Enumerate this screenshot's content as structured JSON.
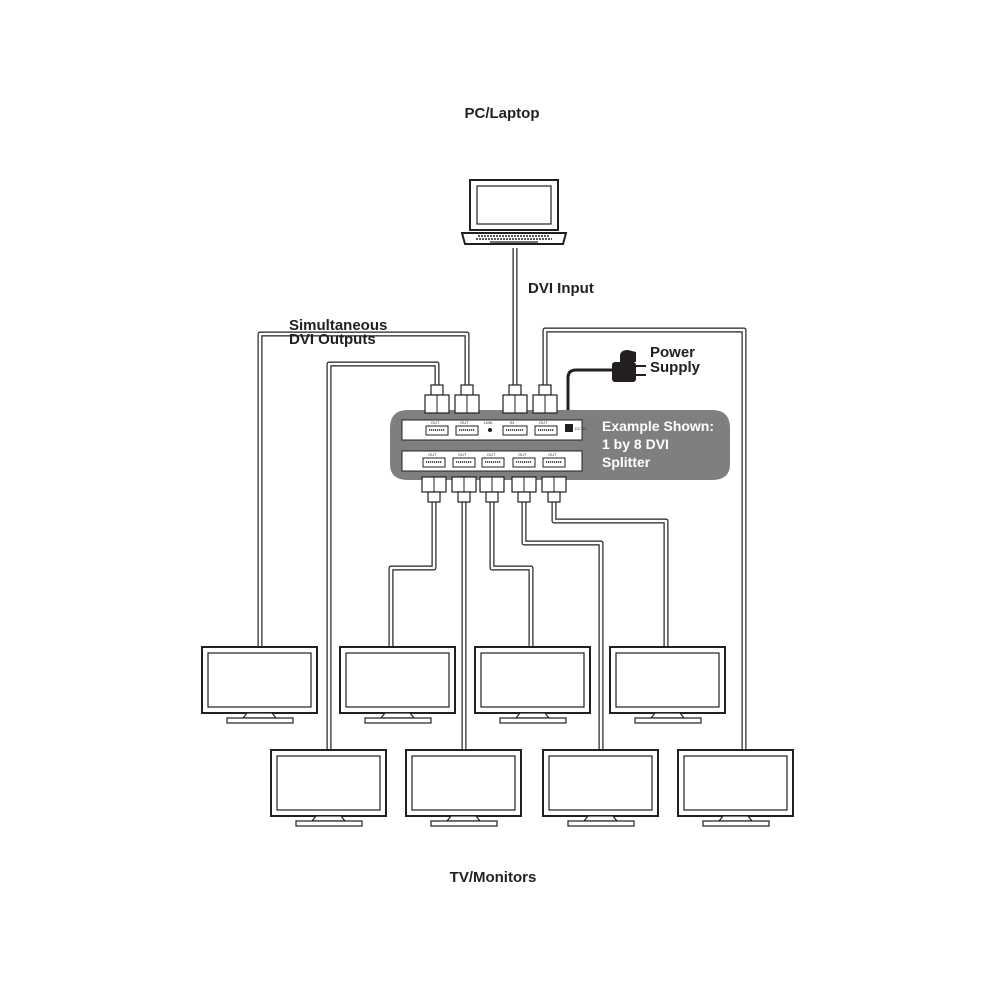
{
  "labels": {
    "source": "PC/Laptop",
    "input": "DVI Input",
    "outputs_line1": "Simultaneous",
    "outputs_line2": "DVI Outputs",
    "power_line1": "Power",
    "power_line2": "Supply",
    "example_line1": "Example Shown:",
    "example_line2": "1 by 8 DVI",
    "example_line3": "Splitter",
    "displays": "TV/Monitors"
  },
  "splitter": {
    "top_ports": [
      "OUT",
      "OUT",
      "LINK",
      "IN",
      "OUT"
    ],
    "bottom_ports": [
      "OUT",
      "OUT",
      "OUT",
      "OUT",
      "OUT"
    ],
    "power_port": "DC 5V"
  },
  "monitors": {
    "back_row_count": 4,
    "front_row_count": 4
  },
  "colors": {
    "device": "#7f7f7f",
    "ink": "#231f20",
    "callout_text": "#ffffff"
  }
}
